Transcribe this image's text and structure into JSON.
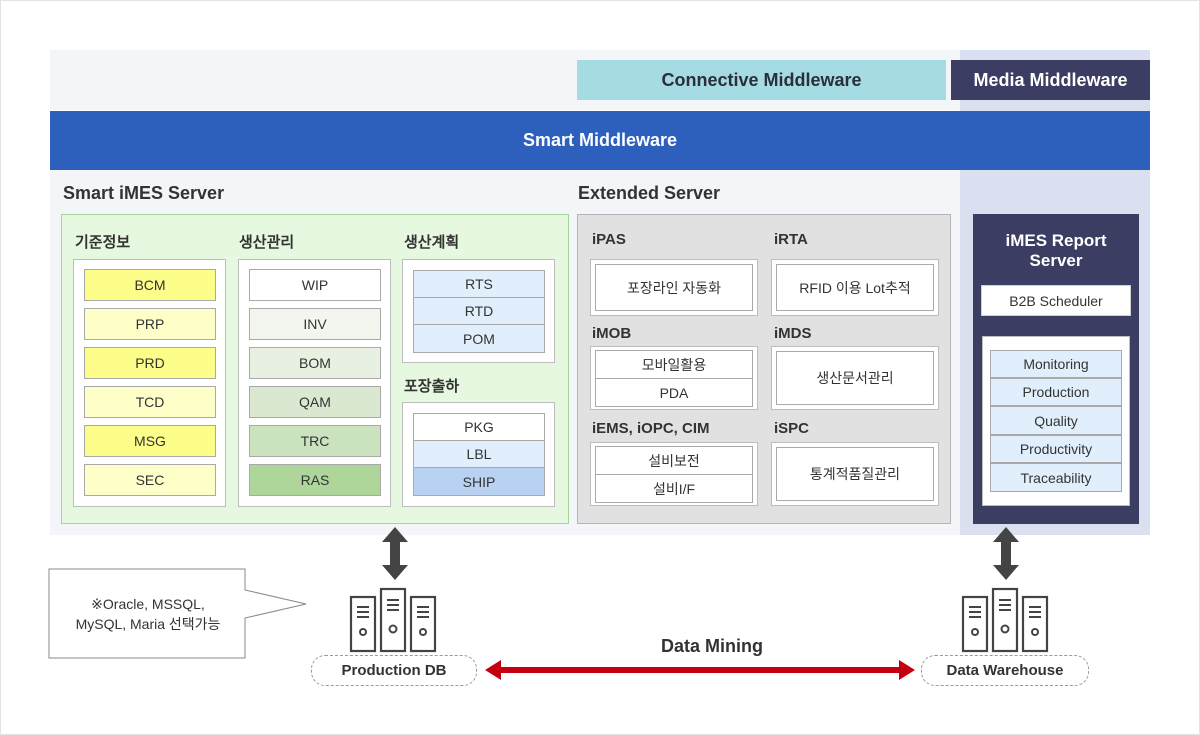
{
  "header": {
    "connective": "Connective Middleware",
    "media": "Media Middleware",
    "smart": "Smart Middleware"
  },
  "imes_server": {
    "title": "Smart iMES Server",
    "groups": [
      {
        "title": "기준정보",
        "items": [
          "BCM",
          "PRP",
          "PRD",
          "TCD",
          "MSG",
          "SEC"
        ]
      },
      {
        "title": "생산관리",
        "items": [
          "WIP",
          "INV",
          "BOM",
          "QAM",
          "TRC",
          "RAS"
        ]
      },
      {
        "title": "생산계획",
        "items": [
          "RTS",
          "RTD",
          "POM"
        ]
      },
      {
        "title": "포장출하",
        "items": [
          "PKG",
          "LBL",
          "SHIP"
        ]
      }
    ]
  },
  "extended_server": {
    "title": "Extended Server",
    "modules": [
      {
        "title": "iPAS",
        "items": [
          "포장라인 자동화"
        ]
      },
      {
        "title": "iRTA",
        "items": [
          "RFID 이용 Lot추적"
        ]
      },
      {
        "title": "iMOB",
        "items": [
          "모바일활용",
          "PDA"
        ]
      },
      {
        "title": "iMDS",
        "items": [
          "생산문서관리"
        ]
      },
      {
        "title": "iEMS, iOPC, CIM",
        "items": [
          "설비보전",
          "설비I/F"
        ]
      },
      {
        "title": "iSPC",
        "items": [
          "통계적품질관리"
        ]
      }
    ]
  },
  "report_server": {
    "title_line1": "iMES Report",
    "title_line2": "Server",
    "scheduler": "B2B Scheduler",
    "items": [
      "Monitoring",
      "Production",
      "Quality",
      "Productivity",
      "Traceability"
    ]
  },
  "callout": {
    "line1": "※Oracle, MSSQL,",
    "line2": "MySQL, Maria 선택가능"
  },
  "bottom": {
    "production_db": "Production DB",
    "data_warehouse": "Data Warehouse",
    "data_mining": "Data Mining"
  },
  "colors": {
    "connective": "#a5dbe3",
    "media": "#3b3d63",
    "smart": "#2d5fbd",
    "arrow": "#c40010",
    "server_icon": "#444444"
  }
}
